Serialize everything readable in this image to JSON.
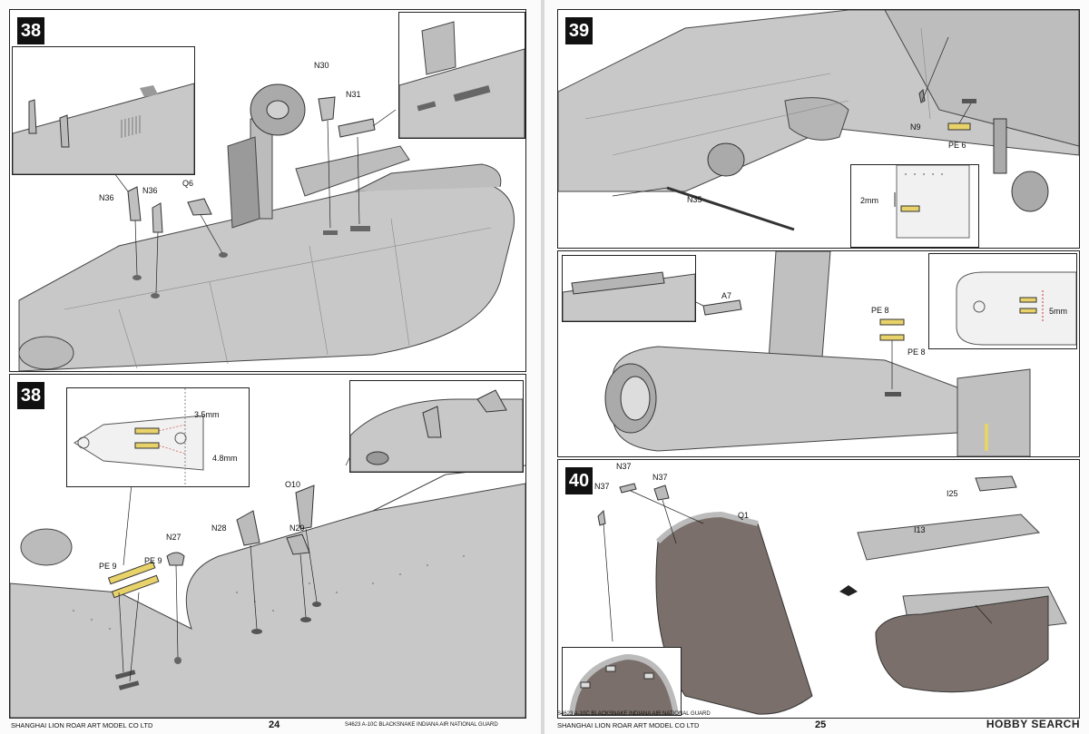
{
  "left_page": {
    "page_number": "24",
    "footer_left": "SHANGHAI LION ROAR ART MODEL CO LTD",
    "footer_right": "S4623 A-10C BLACKSNAKE INDIANA AIR NATIONAL GUARD",
    "step_top": {
      "number": "38",
      "labels": [
        "N30",
        "N31",
        "N36",
        "N36",
        "Q6"
      ]
    },
    "step_bottom": {
      "number": "38",
      "labels": [
        "PE 9",
        "PE 9",
        "N27",
        "N28",
        "N29",
        "O10"
      ],
      "dimensions": [
        "3.5mm",
        "4.8mm"
      ]
    }
  },
  "right_page": {
    "page_number": "25",
    "footer_left": "SHANGHAI LION ROAR ART MODEL CO LTD",
    "footer_right": "S4623 A-10C BLACKSNAKE INDIANA AIR NATIONAL GUARD",
    "step_top": {
      "number": "39",
      "labels": [
        "N9",
        "PE 6",
        "N35"
      ],
      "dimensions": [
        "2mm"
      ]
    },
    "step_middle": {
      "labels": [
        "A7",
        "PE 8",
        "PE 8"
      ],
      "dimensions": [
        "5mm"
      ]
    },
    "step_bottom": {
      "number": "40",
      "labels": [
        "N37",
        "N37",
        "N37",
        "Q1",
        "I25",
        "I13"
      ]
    }
  },
  "watermark": "HOBBY SEARCH",
  "colors": {
    "part_grey": "#c8c8c8",
    "part_dark": "#7a6f6a",
    "photo_etch": "#e8d26a",
    "outline": "#222222"
  }
}
